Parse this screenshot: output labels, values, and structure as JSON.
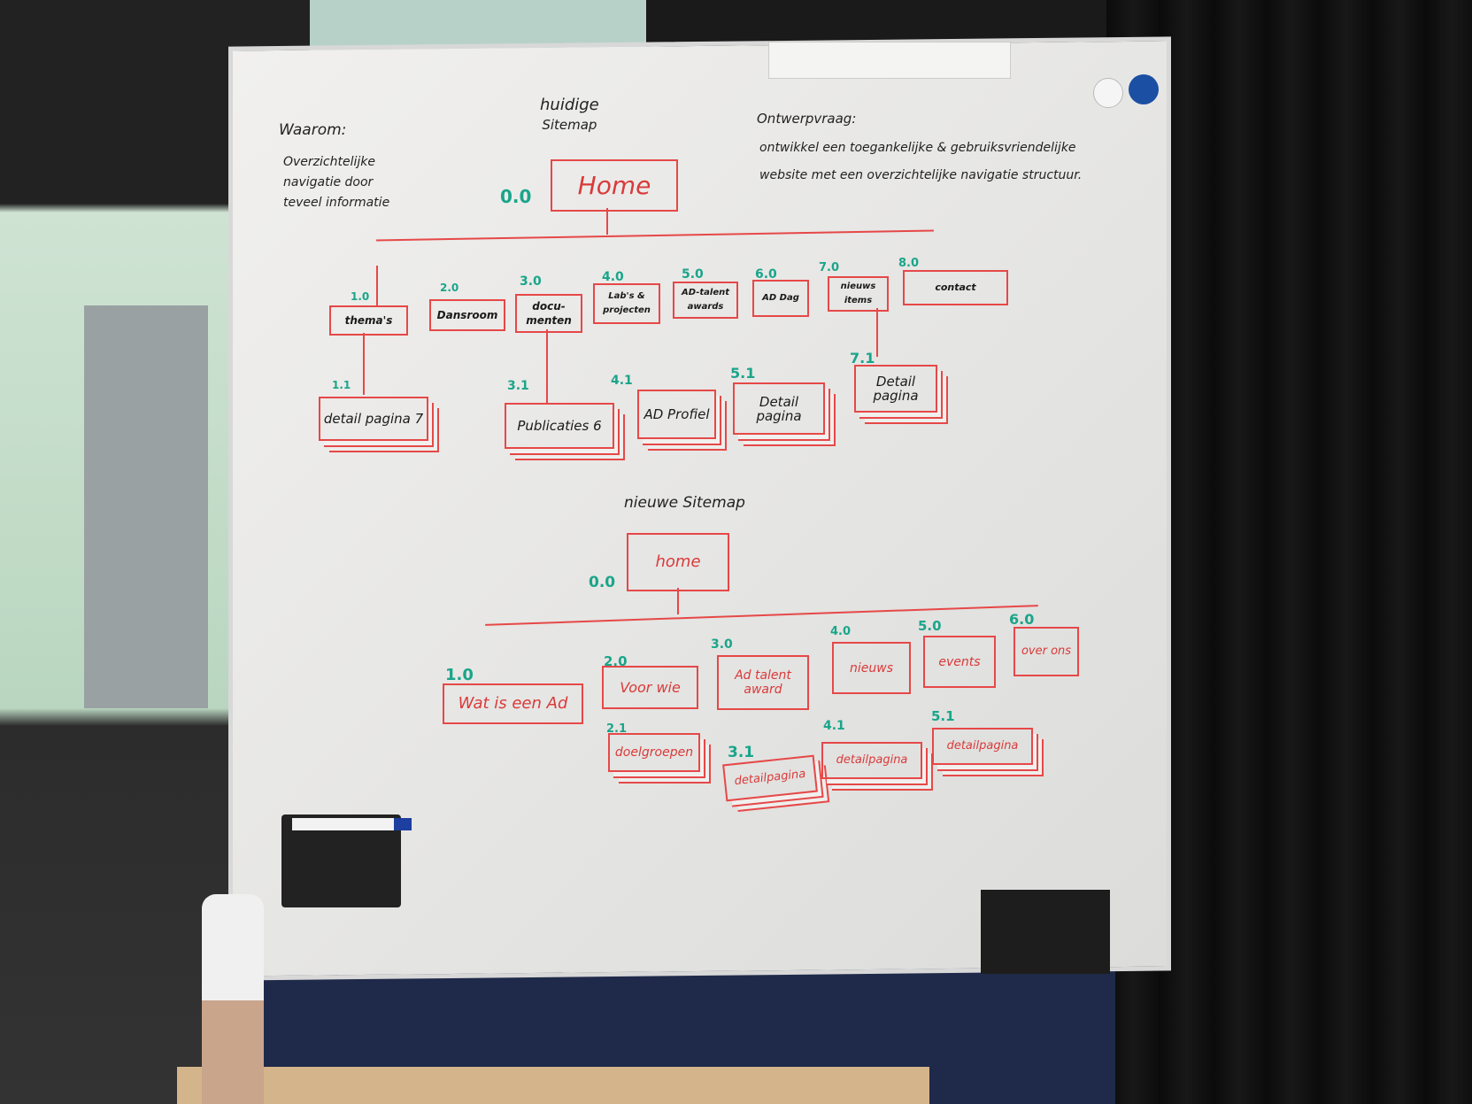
{
  "notes": {
    "why_title": "Waarom:",
    "why_text": [
      "Overzichtelijke",
      "navigatie door",
      "teveel informatie"
    ],
    "question_title": "Ontwerpvraag:",
    "question_text": [
      "ontwikkel een toegankelijke & gebruiksvriendelijke",
      "website met een overzichtelijke navigatie structuur."
    ]
  },
  "current_sitemap": {
    "title": [
      "huidige",
      "Sitemap"
    ],
    "root": {
      "num": "0.0",
      "label": "Home"
    },
    "pages": [
      {
        "num": "1.0",
        "label": "thema's"
      },
      {
        "num": "2.0",
        "label": "Dansroom"
      },
      {
        "num": "3.0",
        "label": "docu-menten"
      },
      {
        "num": "4.0",
        "label": "Lab's & projecten"
      },
      {
        "num": "5.0",
        "label": "AD-talent awards"
      },
      {
        "num": "6.0",
        "label": "AD Dag"
      },
      {
        "num": "7.0",
        "label": "nieuws items"
      },
      {
        "num": "8.0",
        "label": "contact"
      }
    ],
    "subpages": [
      {
        "num": "1.1",
        "label": "detail pagina 7"
      },
      {
        "num": "3.1",
        "label": "Publicaties 6"
      },
      {
        "num": "4.1",
        "label": "AD Profiel"
      },
      {
        "num": "5.1",
        "label": "Detail pagina"
      },
      {
        "num": "7.1",
        "label": "Detail pagina"
      }
    ]
  },
  "new_sitemap": {
    "title": "nieuwe Sitemap",
    "root": {
      "num": "0.0",
      "label": "home"
    },
    "pages": [
      {
        "num": "1.0",
        "label": "Wat is een Ad"
      },
      {
        "num": "2.0",
        "label": "Voor wie"
      },
      {
        "num": "3.0",
        "label": "Ad talent award"
      },
      {
        "num": "4.0",
        "label": "nieuws"
      },
      {
        "num": "5.0",
        "label": "events"
      },
      {
        "num": "6.0",
        "label": "over ons"
      }
    ],
    "subpages": [
      {
        "num": "2.1",
        "label": "doelgroepen"
      },
      {
        "num": "3.1",
        "label": "detailpagina"
      },
      {
        "num": "4.1",
        "label": "detailpagina"
      },
      {
        "num": "5.1",
        "label": "detailpagina"
      }
    ]
  },
  "colors": {
    "marker_red": "#e64848",
    "marker_green": "#1aa58a",
    "marker_black": "#222222"
  }
}
